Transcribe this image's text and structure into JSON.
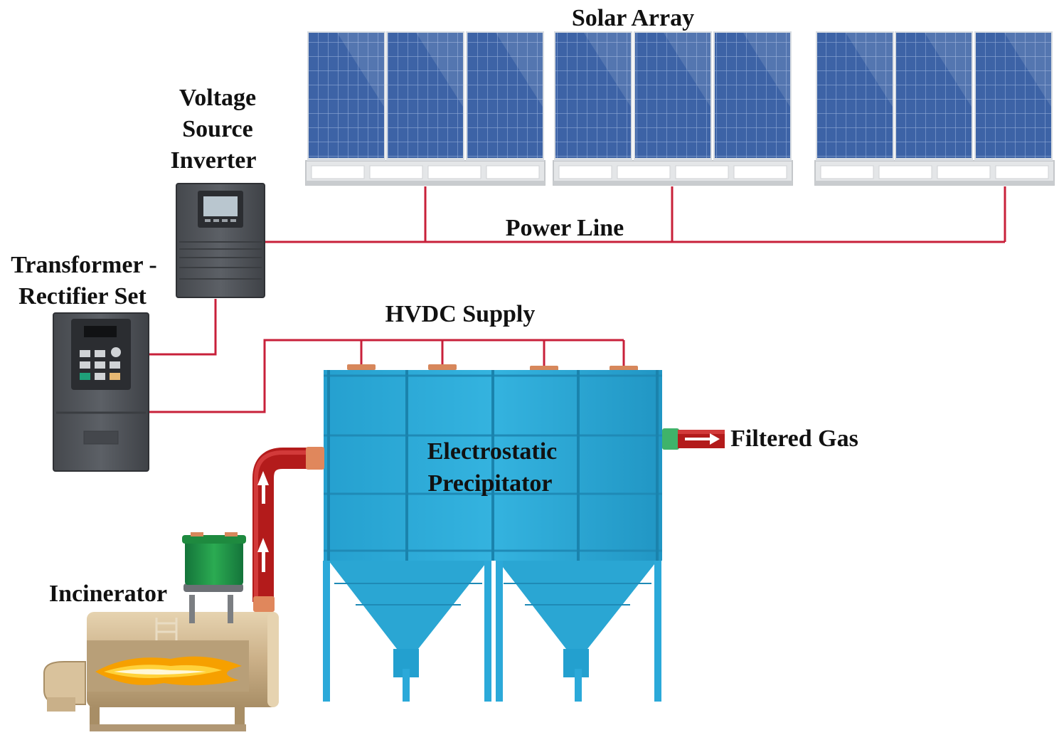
{
  "labels": {
    "solar_array": "Solar Array",
    "vsi": [
      "Voltage",
      "Source",
      "Inverter"
    ],
    "power_line": "Power Line",
    "tr_set": [
      "Transformer -",
      "Rectifier Set"
    ],
    "hvdc_supply": "HVDC Supply",
    "esp": [
      "Electrostatic",
      "Precipitator"
    ],
    "filtered_gas": "Filtered Gas",
    "incinerator": "Incinerator"
  },
  "colors": {
    "wire": "#c8203a",
    "panel": "#3d63a6",
    "panel_light": "#6f93cc",
    "esp_body": "#2aa6d3",
    "esp_dark": "#1b8fbd",
    "device": "#515459",
    "pipe": "#b31b1b",
    "incinerator_body": "#cfb58c",
    "chimney": "#1e8a3f",
    "flame": "#f6a000"
  },
  "icons": {
    "solar_panel": "solar-panel-icon",
    "inverter": "voltage-source-inverter-icon",
    "tr_set": "transformer-rectifier-icon",
    "esp": "electrostatic-precipitator-icon",
    "incinerator": "incinerator-icon",
    "flow_arrow": "flow-arrow-icon"
  }
}
